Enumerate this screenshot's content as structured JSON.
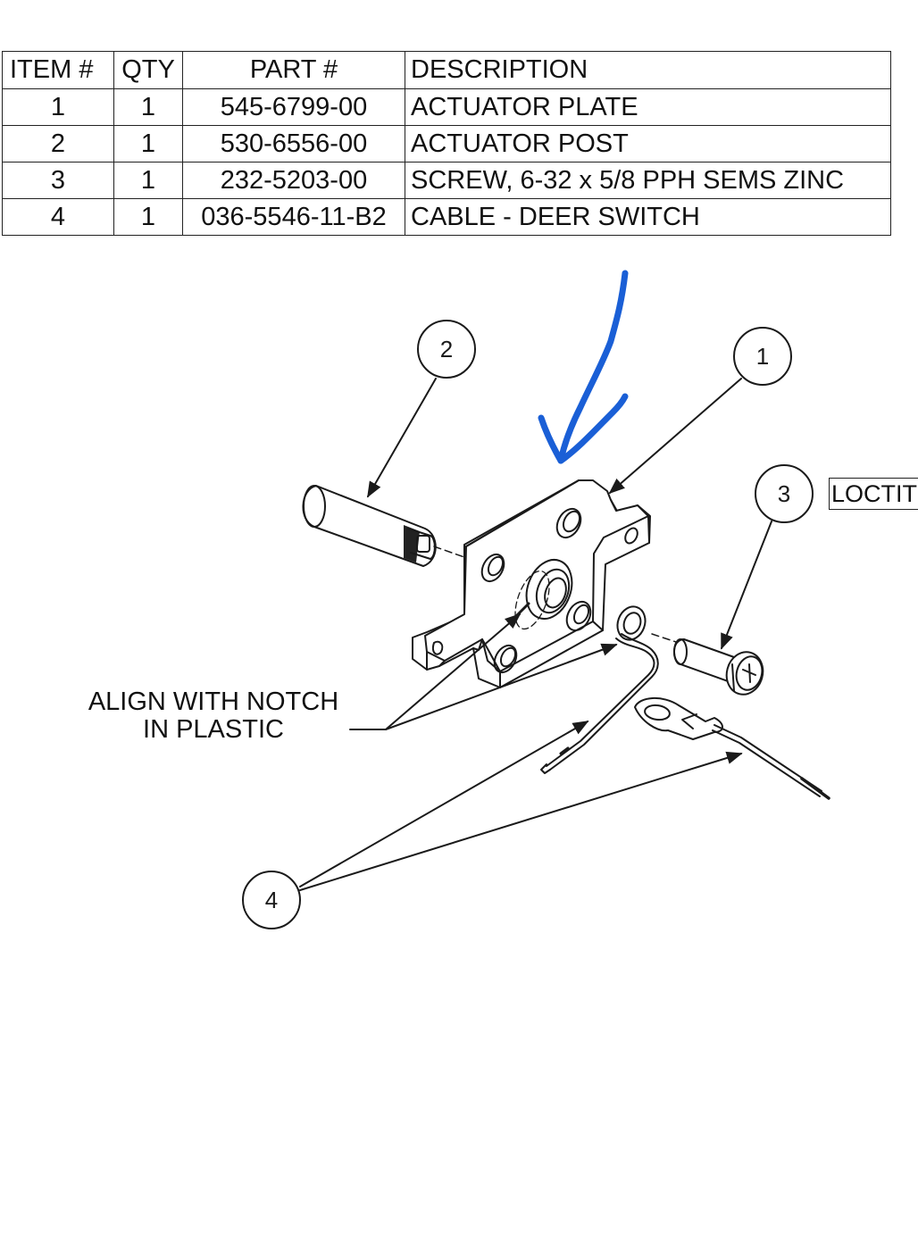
{
  "bom": {
    "headers": [
      "ITEM #",
      "QTY",
      "PART #",
      "DESCRIPTION"
    ],
    "rows": [
      {
        "item": "1",
        "qty": "1",
        "part": "545-6799-00",
        "description": "ACTUATOR PLATE"
      },
      {
        "item": "2",
        "qty": "1",
        "part": "530-6556-00",
        "description": "ACTUATOR POST"
      },
      {
        "item": "3",
        "qty": "1",
        "part": "232-5203-00",
        "description": "SCREW, 6-32 x 5/8 PPH SEMS ZINC"
      },
      {
        "item": "4",
        "qty": "1",
        "part": "036-5546-11-B2",
        "description": "CABLE - DEER SWITCH"
      }
    ]
  },
  "balloons": {
    "b1": "1",
    "b2": "2",
    "b3": "3",
    "b4": "4"
  },
  "notes": {
    "align_line1": "ALIGN WITH NOTCH",
    "align_line2": "IN PLASTIC",
    "loctite": "LOCTITE"
  },
  "colors": {
    "ink": "#1a1a1a",
    "annotation_arrow": "#1a5fd6"
  }
}
